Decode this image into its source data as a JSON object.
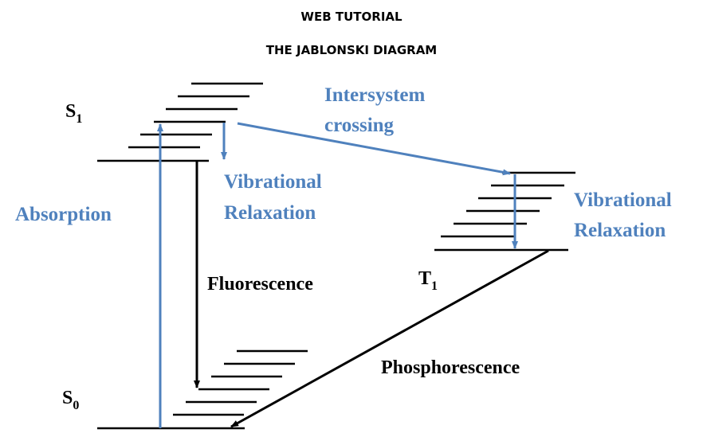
{
  "header": {
    "line1": "WEB TUTORIAL",
    "line2": "THE JABLONSKI DIAGRAM"
  },
  "states": {
    "s1": {
      "base": "S",
      "sub": "1"
    },
    "s0": {
      "base": "S",
      "sub": "0"
    },
    "t1": {
      "base": "T",
      "sub": "1"
    }
  },
  "processes": {
    "absorption": "Absorption",
    "fluorescence": "Fluorescence",
    "phosphorescence": "Phosphorescence",
    "intersystem_crossing": [
      "Intersystem",
      "crossing"
    ],
    "vibrational_relaxation_s1": [
      "Vibrational",
      "Relaxation"
    ],
    "vibrational_relaxation_t1": [
      "Vibrational",
      "Relaxation"
    ]
  },
  "colors": {
    "radiative_text": "#000000",
    "nonradiative_text": "#4f81bd",
    "arrow_blue": "#4f81bd",
    "level_lines": "#000000"
  }
}
